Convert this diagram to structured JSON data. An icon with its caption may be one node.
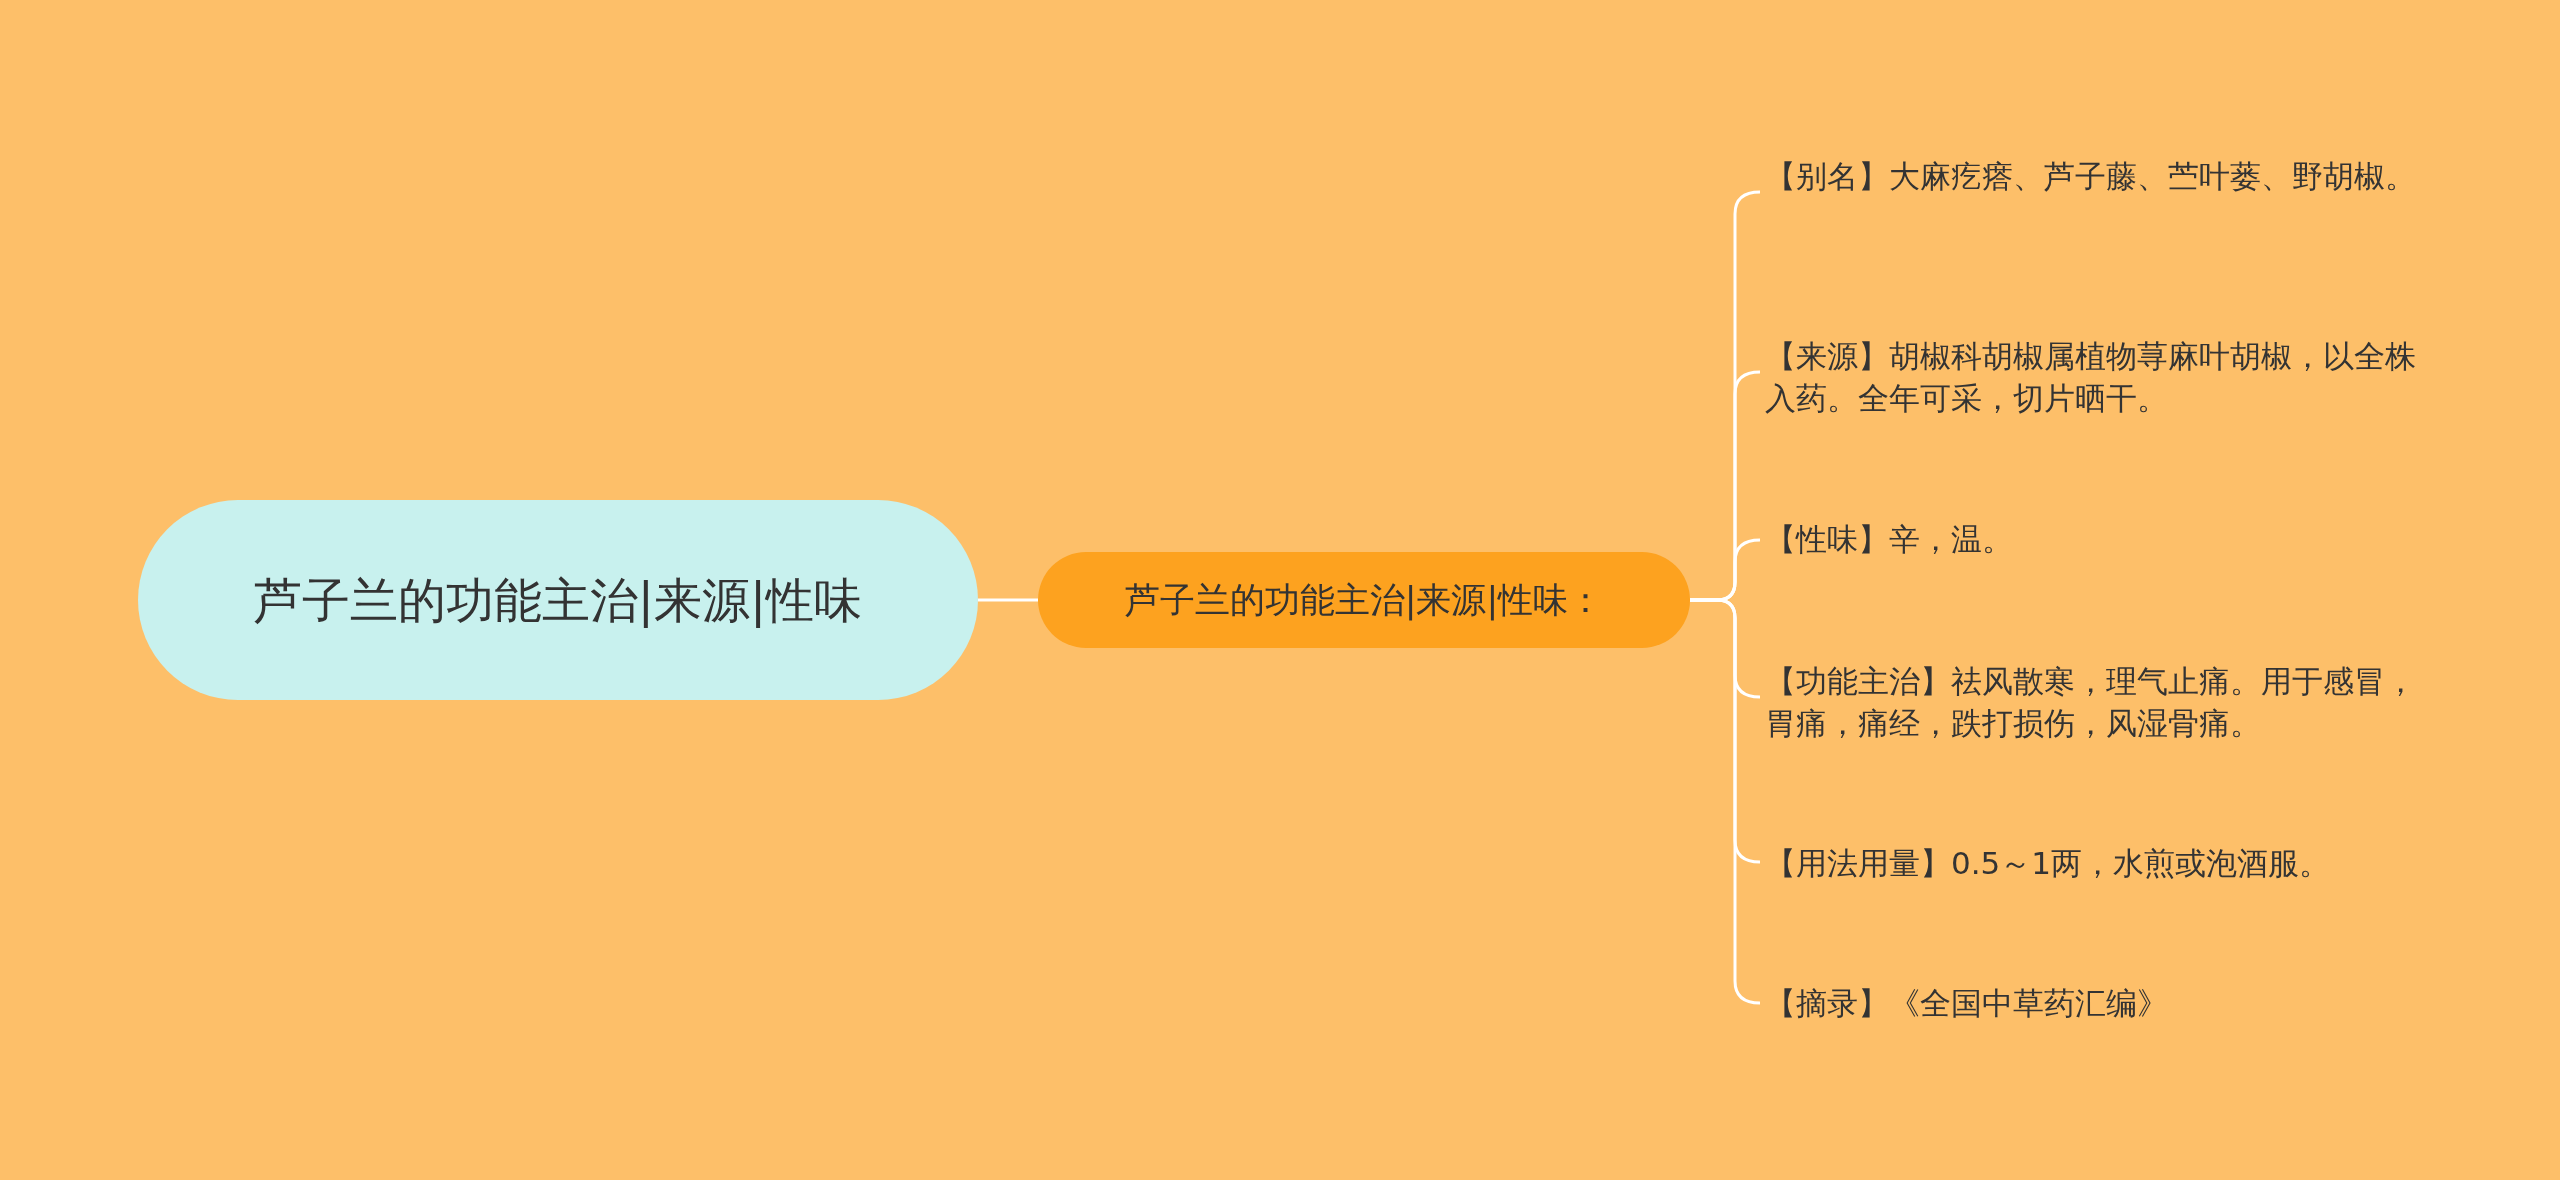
{
  "diagram": {
    "nodes": [
      {
        "text": [
          "芦子兰的功能主治|来源|性味"
        ]
      },
      {
        "text": [
          "芦子兰的功能主治|来源|性味："
        ]
      },
      {
        "text": [
          "【别名】大麻疙瘩、芦子藤、苎叶蒌、野胡椒。"
        ]
      },
      {
        "text": [
          "【来源】胡椒科胡椒属植物荨麻叶胡椒，以全株入药。全年可采，切片晒干。"
        ]
      },
      {
        "text": [
          "【性味】辛，温。"
        ]
      },
      {
        "text": [
          "【功能主治】祛风散寒，理气止痛。用于感冒，胃痛，痛经，跌打损伤，风湿骨痛。"
        ]
      },
      {
        "text": [
          "【用法用量】0.5～1两，水煎或泡酒服。"
        ]
      },
      {
        "text": [
          "【摘录】《全国中草药汇编》"
        ]
      }
    ],
    "edges": [
      {
        "from": 0,
        "to": 1,
        "arrow": "none"
      },
      {
        "from": 1,
        "to": 2,
        "arrow": "none"
      },
      {
        "from": 1,
        "to": 3,
        "arrow": "none"
      },
      {
        "from": 1,
        "to": 4,
        "arrow": "none"
      },
      {
        "from": 1,
        "to": 5,
        "arrow": "none"
      },
      {
        "from": 1,
        "to": 6,
        "arrow": "none"
      },
      {
        "from": 1,
        "to": 7,
        "arrow": "none"
      }
    ]
  }
}
